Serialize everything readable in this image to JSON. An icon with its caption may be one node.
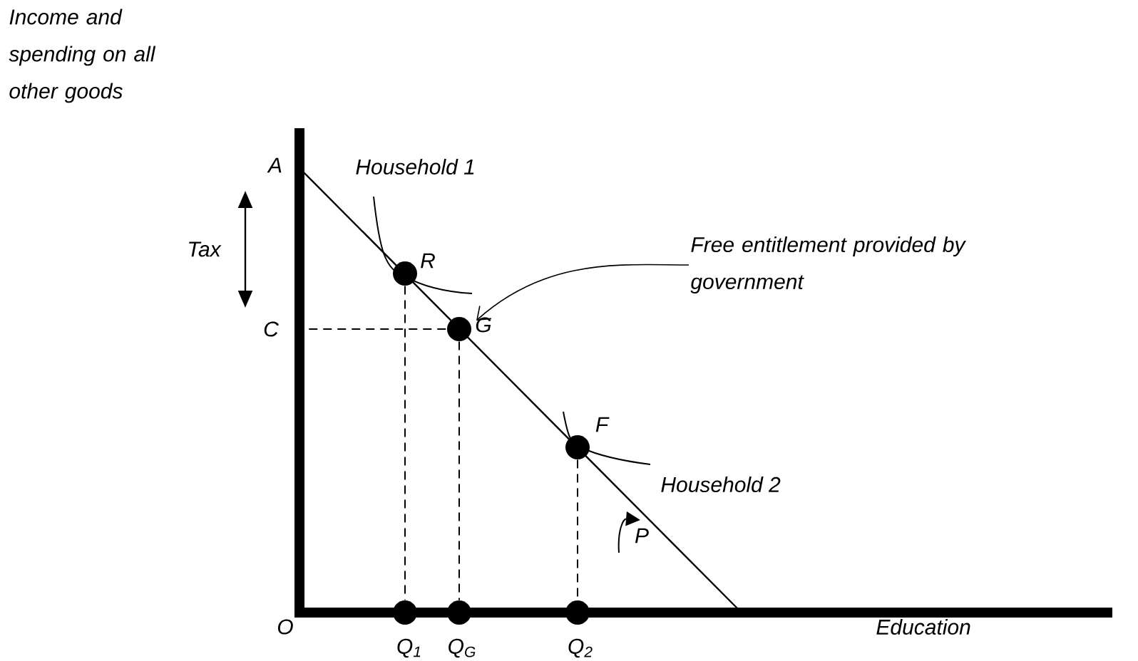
{
  "diagram": {
    "nodes": [
      {
        "text": [
          "Free entitlement provided by government"
        ]
      },
      {
        "text": [],
        "shape": "circle",
        "beside": [
          "R"
        ]
      },
      {
        "text": [],
        "shape": "circle",
        "beside": [
          "G"
        ]
      },
      {
        "text": [],
        "shape": "circle",
        "beside": [
          "F"
        ]
      },
      {
        "text": [],
        "shape": "circle",
        "beside": [
          "Q$_{1}$"
        ]
      },
      {
        "text": [],
        "shape": "circle",
        "beside": [
          "Q$_{G}$"
        ]
      },
      {
        "text": [],
        "shape": "circle",
        "beside": [
          "Q$_{2}$"
        ]
      },
      {
        "text": [
          "C"
        ]
      }
    ],
    "edges": [
      {
        "from": 0,
        "to": 2,
        "arrow": "to"
      },
      {
        "from": 1,
        "to": 4,
        "arrow": "none",
        "style": "dashed"
      },
      {
        "from": 7,
        "to": 2,
        "arrow": "none",
        "style": "dashed"
      },
      {
        "from": 2,
        "to": 5,
        "arrow": "none",
        "style": "dashed"
      },
      {
        "from": 3,
        "to": 6,
        "arrow": "none",
        "style": "dashed"
      }
    ],
    "labels": [
      "Income and spending on all other goods",
      "A",
      "Household 1",
      "Tax",
      "Household 2",
      "P",
      "O",
      "Education"
    ]
  }
}
